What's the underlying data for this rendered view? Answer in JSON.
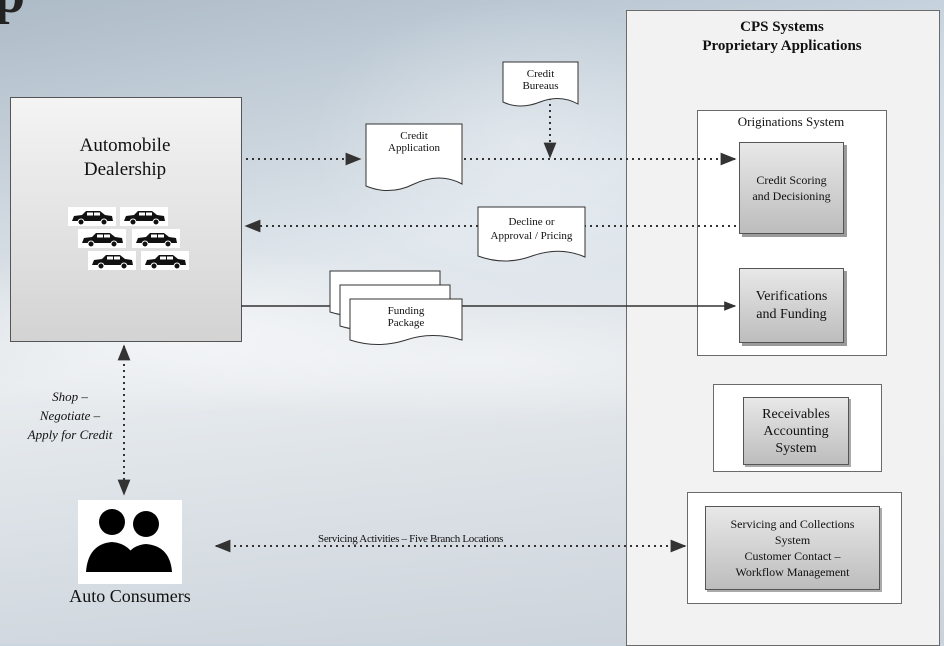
{
  "page_heading_fragment": "p",
  "cps_panel": {
    "title_line1": "CPS Systems",
    "title_line2": "Proprietary Applications"
  },
  "originations": {
    "title": "Originations System",
    "credit_scoring": {
      "line1": "Credit Scoring",
      "line2": "and Decisioning"
    },
    "verifications": {
      "line1": "Verifications",
      "line2": "and Funding"
    }
  },
  "receivables": {
    "line1": "Receivables",
    "line2": "Accounting",
    "line3": "System"
  },
  "servicing": {
    "line1": "Servicing and Collections",
    "line2": "System",
    "line3": "Customer Contact –",
    "line4": "Workflow Management"
  },
  "dealer": {
    "line1": "Automobile",
    "line2": "Dealership",
    "car_icons": 6
  },
  "documents": {
    "credit_bureau": {
      "line1": "Credit",
      "line2": "Bureaus"
    },
    "credit_application": {
      "line1": "Credit",
      "line2": "Application"
    },
    "decline_approval": {
      "line1": "Decline or",
      "line2": "Approval / Pricing"
    },
    "funding_package": {
      "line1": "Funding",
      "line2": "Package"
    }
  },
  "consumer": {
    "label": "Auto Consumers"
  },
  "side_label": {
    "line1": "Shop –",
    "line2": "Negotiate –",
    "line3": "Apply for Credit"
  },
  "servicing_link_label": "Servicing Activities – Five Branch Locations",
  "colors": {
    "arrow": "#333333",
    "panel_border": "#6b6b6b"
  }
}
